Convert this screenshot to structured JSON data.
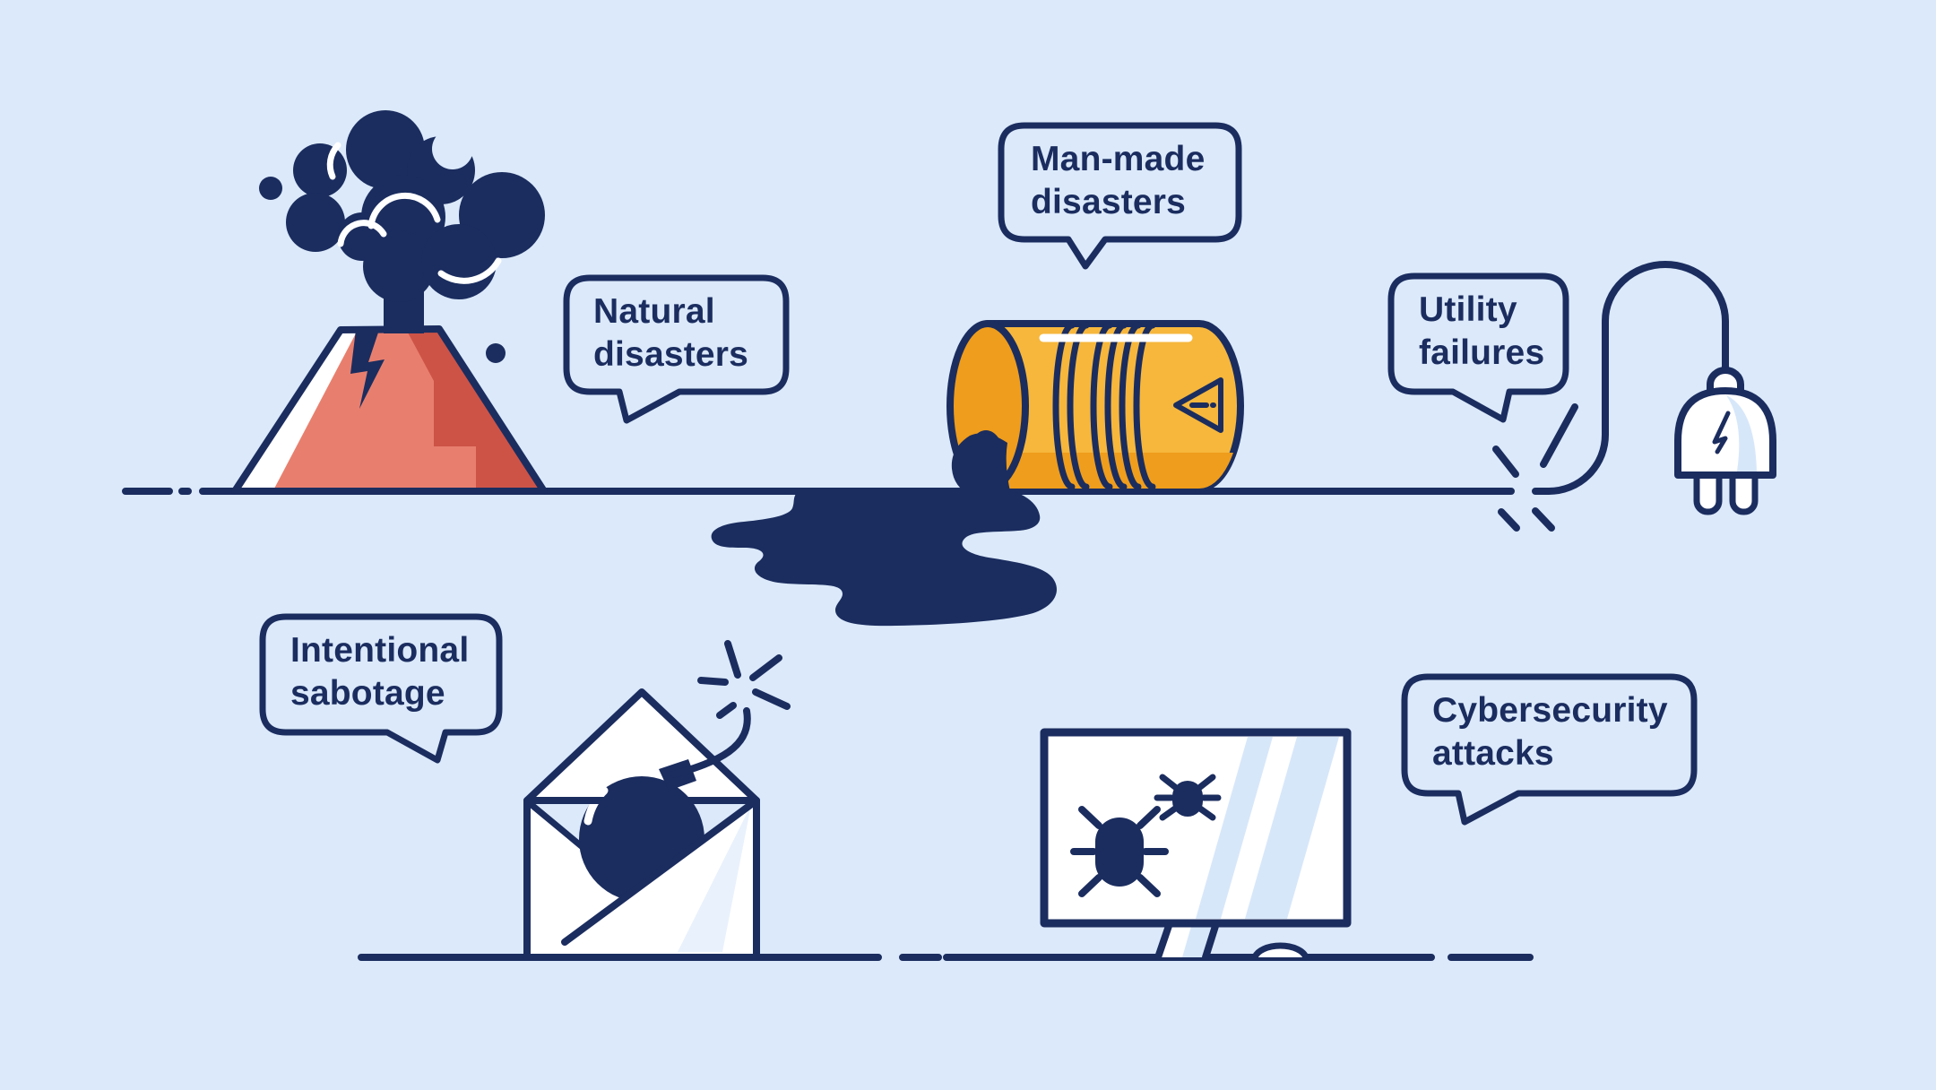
{
  "colors": {
    "background": "#dbe9fa",
    "navy": "#1b2d5f",
    "salmon": "#e87f6e",
    "dark_red": "#cd5347",
    "barrel_yellow": "#f6b73c",
    "barrel_orange": "#ef9d1c",
    "white": "#ffffff",
    "reflection_blue": "#d7e7fa",
    "wedge_blue": "#e9f1fc"
  },
  "labels": {
    "natural_disasters": "Natural\ndisasters",
    "man_made_disasters": "Man-made\ndisasters",
    "utility_failures": "Utility\nfailures",
    "intentional_sabotage": "Intentional\nsabotage",
    "cybersecurity_attacks": "Cybersecurity\nattacks"
  },
  "icons": {
    "volcano": "volcano-eruption-icon",
    "smoke_cloud": "smoke-cloud-icon",
    "oil_barrel": "oil-barrel-icon",
    "oil_spill": "oil-spill-icon",
    "power_cord": "power-cord-icon",
    "spark": "spark-icon",
    "power_plug": "power-plug-icon",
    "envelope_bomb": "envelope-bomb-icon",
    "monitor": "computer-monitor-icon",
    "bug": "malware-bug-icon"
  }
}
